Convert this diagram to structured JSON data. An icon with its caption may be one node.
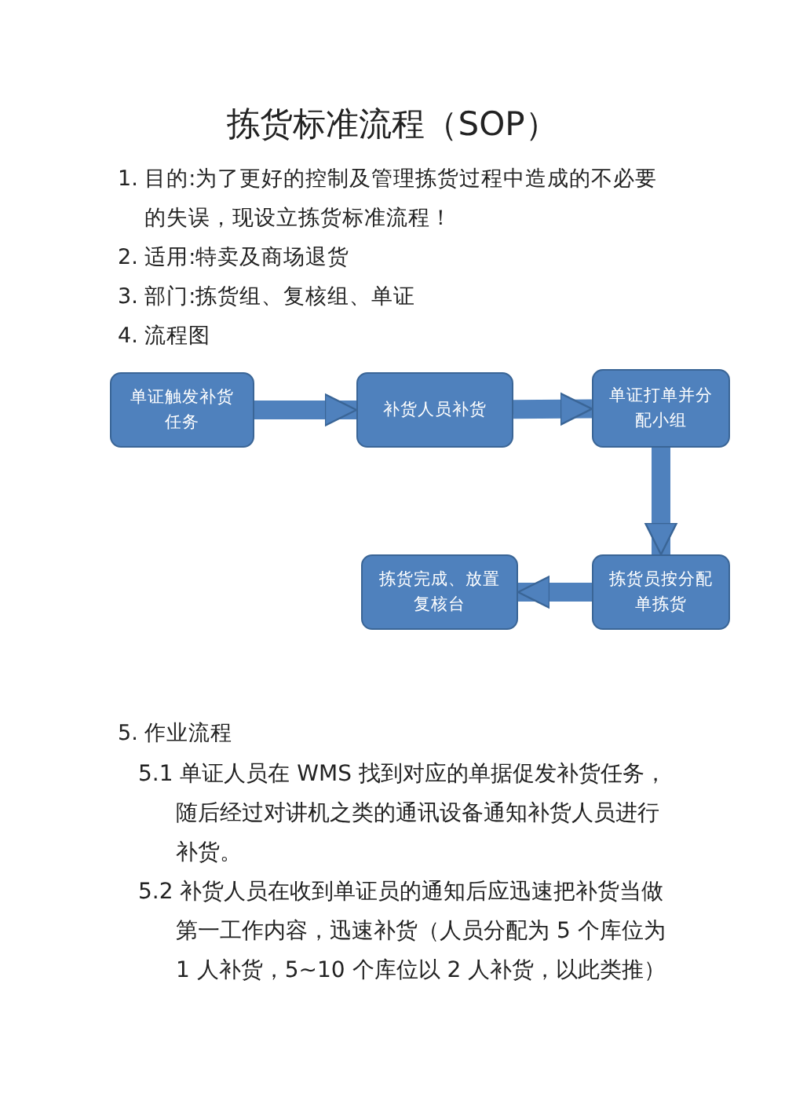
{
  "diagram": {
    "title": "拣货标准流程（SOP）",
    "nodes": [
      {
        "text": [
          "单证触发补货任务"
        ]
      },
      {
        "text": [
          "补货人员补货"
        ]
      },
      {
        "text": [
          "单证打单并分配小组"
        ]
      },
      {
        "text": [
          "拣货员按分配单拣货"
        ]
      },
      {
        "text": [
          "拣货完成、放置复核台"
        ]
      }
    ],
    "edges": [
      {
        "from": 0,
        "to": 1,
        "arrow": "to"
      },
      {
        "from": 1,
        "to": 2,
        "arrow": "to"
      },
      {
        "from": 2,
        "to": 3,
        "arrow": "to"
      },
      {
        "from": 3,
        "to": 4,
        "arrow": "to"
      }
    ],
    "labels": [
      "1. 目的:为了更好的控制及管理拣货过程中造成的不必要的失误，现设立拣货标准流程！",
      "2. 适用:特卖及商场退货",
      "3. 部门:拣货组、复核组、单证",
      "4. 流程图",
      "5. 作业流程",
      "5.1 单证人员在 WMS 找到对应的单据促发补货任务，随后经过对讲机之类的通讯设备通知补货人员进行补货。",
      "5.2 补货人员在收到单证员的通知后应迅速把补货当做第一工作内容，迅速补货（人员分配为 5 个库位为 1 人补货，5~10 个库位以 2 人补货，以此类推）"
    ]
  }
}
